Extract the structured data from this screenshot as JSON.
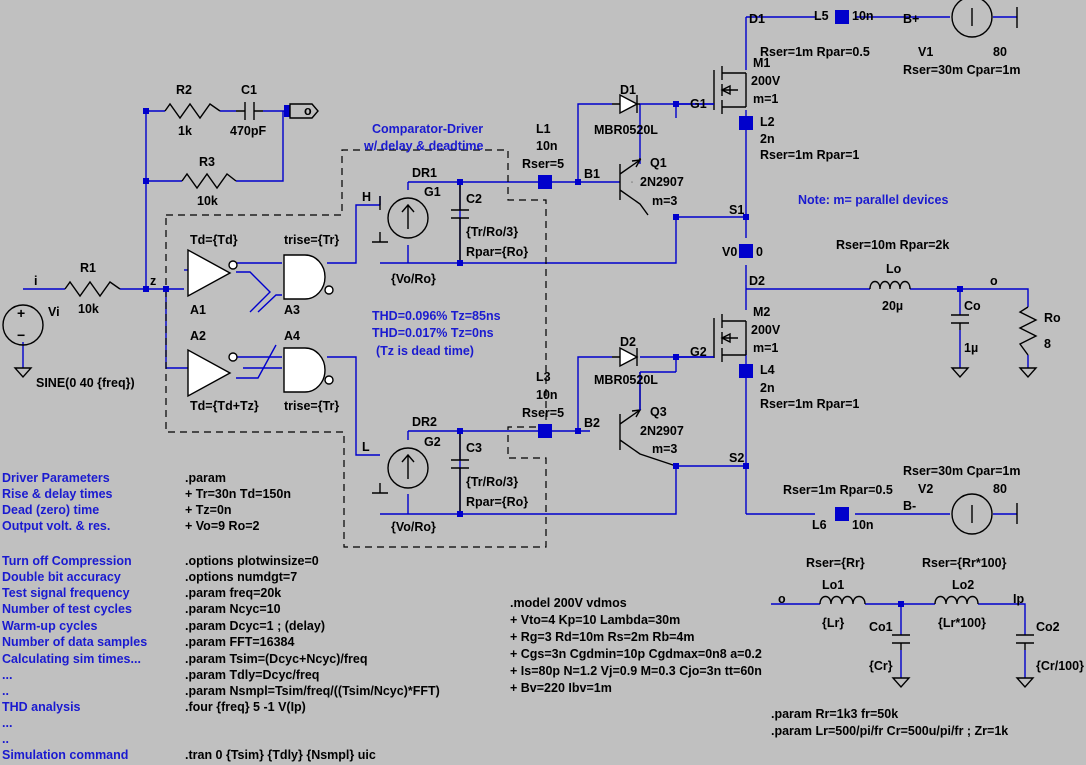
{
  "nets": {
    "i": "i",
    "z": "z",
    "o_top": "o",
    "h": "H",
    "l": "L",
    "g1": "G1",
    "g2": "G2",
    "b1": "B1",
    "b2": "B2",
    "d1": "D1",
    "d2": "D2",
    "s1": "S1",
    "s2": "S2",
    "o_out": "o",
    "bp": "B+",
    "bm": "B-",
    "o_filt": "o",
    "ip": "Ip"
  },
  "components": {
    "vi": {
      "name": "Vi",
      "value": "SINE(0 40 {freq})"
    },
    "r1": {
      "name": "R1",
      "value": "10k"
    },
    "r2": {
      "name": "R2",
      "value": "1k"
    },
    "c1": {
      "name": "C1",
      "value": "470pF"
    },
    "r3": {
      "name": "R3",
      "value": "10k"
    },
    "a1": {
      "name": "A1",
      "param": "Td={Td}"
    },
    "a2": {
      "name": "A2",
      "param": "Td={Td+Tz}"
    },
    "a3": {
      "name": "A3",
      "param": "trise={Tr}"
    },
    "a4": {
      "name": "A4",
      "param": "trise={Tr}"
    },
    "g1": {
      "name": "G1",
      "ref": "DR1",
      "value": "{Vo/Ro}"
    },
    "g2": {
      "name": "G2",
      "ref": "DR2",
      "value": "{Vo/Ro}"
    },
    "c2": {
      "name": "C2",
      "value": "{Tr/Ro/3}",
      "rpar": "Rpar={Ro}"
    },
    "c3": {
      "name": "C3",
      "value": "{Tr/Ro/3}",
      "rpar": "Rpar={Ro}"
    },
    "l1": {
      "name": "L1",
      "value": "10n",
      "rser": "Rser=5"
    },
    "l3": {
      "name": "L3",
      "value": "10n",
      "rser": "Rser=5"
    },
    "d1": {
      "name": "D1",
      "value": "MBR0520L"
    },
    "d2": {
      "name": "D2",
      "value": "MBR0520L"
    },
    "q1": {
      "name": "Q1",
      "value": "2N2907",
      "m": "m=3"
    },
    "q3": {
      "name": "Q3",
      "value": "2N2907",
      "m": "m=3"
    },
    "m1": {
      "name": "M1",
      "value": "200V",
      "m": "m=1"
    },
    "m2": {
      "name": "M2",
      "value": "200V",
      "m": "m=1"
    },
    "l2": {
      "name": "L2",
      "value": "2n",
      "rser": "Rser=1m Rpar=1"
    },
    "l4": {
      "name": "L4",
      "value": "2n",
      "rser": "Rser=1m Rpar=1"
    },
    "l5": {
      "name": "L5",
      "value": "10n",
      "rser": "Rser=1m Rpar=0.5"
    },
    "l6": {
      "name": "L6",
      "value": "10n",
      "rser": "Rser=1m Rpar=0.5"
    },
    "v1": {
      "name": "V1",
      "value": "80",
      "rser": "Rser=30m Cpar=1m"
    },
    "v2": {
      "name": "V2",
      "value": "80",
      "rser": "Rser=30m Cpar=1m"
    },
    "v0": {
      "name": "V0",
      "value": "0"
    },
    "lo": {
      "name": "Lo",
      "value": "20µ",
      "rser": "Rser=10m Rpar=2k"
    },
    "co": {
      "name": "Co",
      "value": "1µ"
    },
    "ro": {
      "name": "Ro",
      "value": "8"
    },
    "lo1": {
      "name": "Lo1",
      "value": "{Lr}",
      "rser": "Rser={Rr}"
    },
    "lo2": {
      "name": "Lo2",
      "value": "{Lr*100}",
      "rser": "Rser={Rr*100}"
    },
    "co1": {
      "name": "Co1",
      "value": "{Cr}"
    },
    "co2": {
      "name": "Co2",
      "value": "{Cr/100}"
    }
  },
  "notes": {
    "comparator_title_1": "Comparator-Driver",
    "comparator_title_2": "w/ delay & deadtime",
    "thd_1": "THD=0.096% Tz=85ns",
    "thd_2": "THD=0.017% Tz=0ns",
    "thd_3": "(Tz is dead time)",
    "parallel": "Note: m= parallel devices"
  },
  "params_left": [
    {
      "label": "Driver Parameters",
      "cmd": ".param"
    },
    {
      "label": "Rise & delay times",
      "cmd": "+ Tr=30n Td=150n"
    },
    {
      "label": "Dead (zero) time",
      "cmd": "+ Tz=0n"
    },
    {
      "label": "Output volt. & res.",
      "cmd": "+ Vo=9 Ro=2"
    },
    {
      "label": "Turn off Compression",
      "cmd": ".options plotwinsize=0"
    },
    {
      "label": "Double bit accuracy",
      "cmd": ".options numdgt=7"
    },
    {
      "label": "Test signal frequency",
      "cmd": ".param freq=20k"
    },
    {
      "label": "Number of test cycles",
      "cmd": ".param Ncyc=10"
    },
    {
      "label": "Warm-up cycles",
      "cmd": ".param Dcyc=1 ; (delay)"
    },
    {
      "label": "Number of data samples",
      "cmd": ".param FFT=16384"
    },
    {
      "label": "Calculating sim times...",
      "cmd": ".param Tsim=(Dcyc+Ncyc)/freq"
    },
    {
      "label": "...",
      "cmd": ".param Tdly=Dcyc/freq"
    },
    {
      "label": "..",
      "cmd": ".param Nsmpl=Tsim/freq/((Tsim/Ncyc)*FFT)"
    },
    {
      "label": "THD analysis",
      "cmd": ".four {freq} 5 -1 V(Ip)"
    },
    {
      "label": " ...",
      "cmd": ""
    },
    {
      "label": "  ..",
      "cmd": ""
    },
    {
      "label": "Simulation command",
      "cmd": ".tran 0 {Tsim} {Tdly} {Nsmpl} uic"
    }
  ],
  "model_lines": [
    ".model 200V vdmos",
    "+ Vto=4 Kp=10 Lambda=30m",
    "+ Rg=3 Rd=10m Rs=2m Rb=4m",
    "+ Cgs=3n Cgdmin=10p Cgdmax=0n8 a=0.2",
    "+ Is=80p N=1.2 Vj=0.9 M=0.3 Cjo=3n tt=60n",
    "+ Bv=220 Ibv=1m"
  ],
  "filter_params": [
    ".param Rr=1k3 fr=50k",
    ".param Lr=500/pi/fr Cr=500u/pi/fr ; Zr=1k"
  ],
  "colors": {
    "wire": "#0000cc",
    "background": "#c0c0c0",
    "note": "#1a1ad0"
  }
}
